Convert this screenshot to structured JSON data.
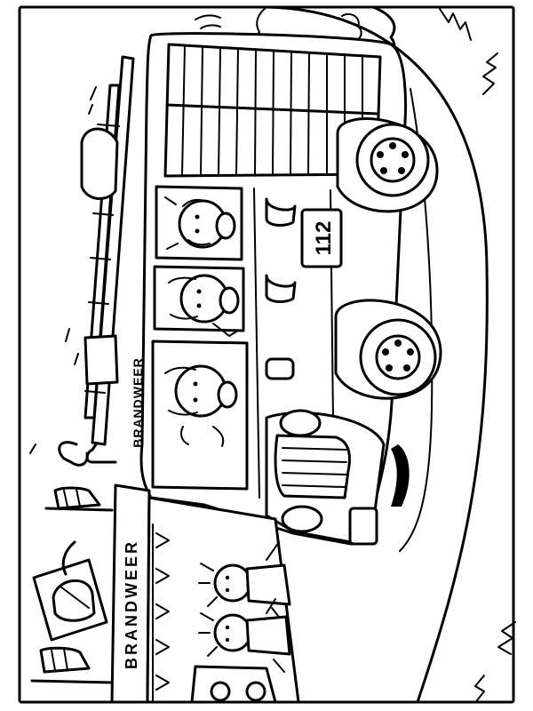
{
  "truck": {
    "side_text": "BRANDWEER",
    "emergency_number": "112"
  },
  "station": {
    "sign_text": "BRANDWEER"
  }
}
